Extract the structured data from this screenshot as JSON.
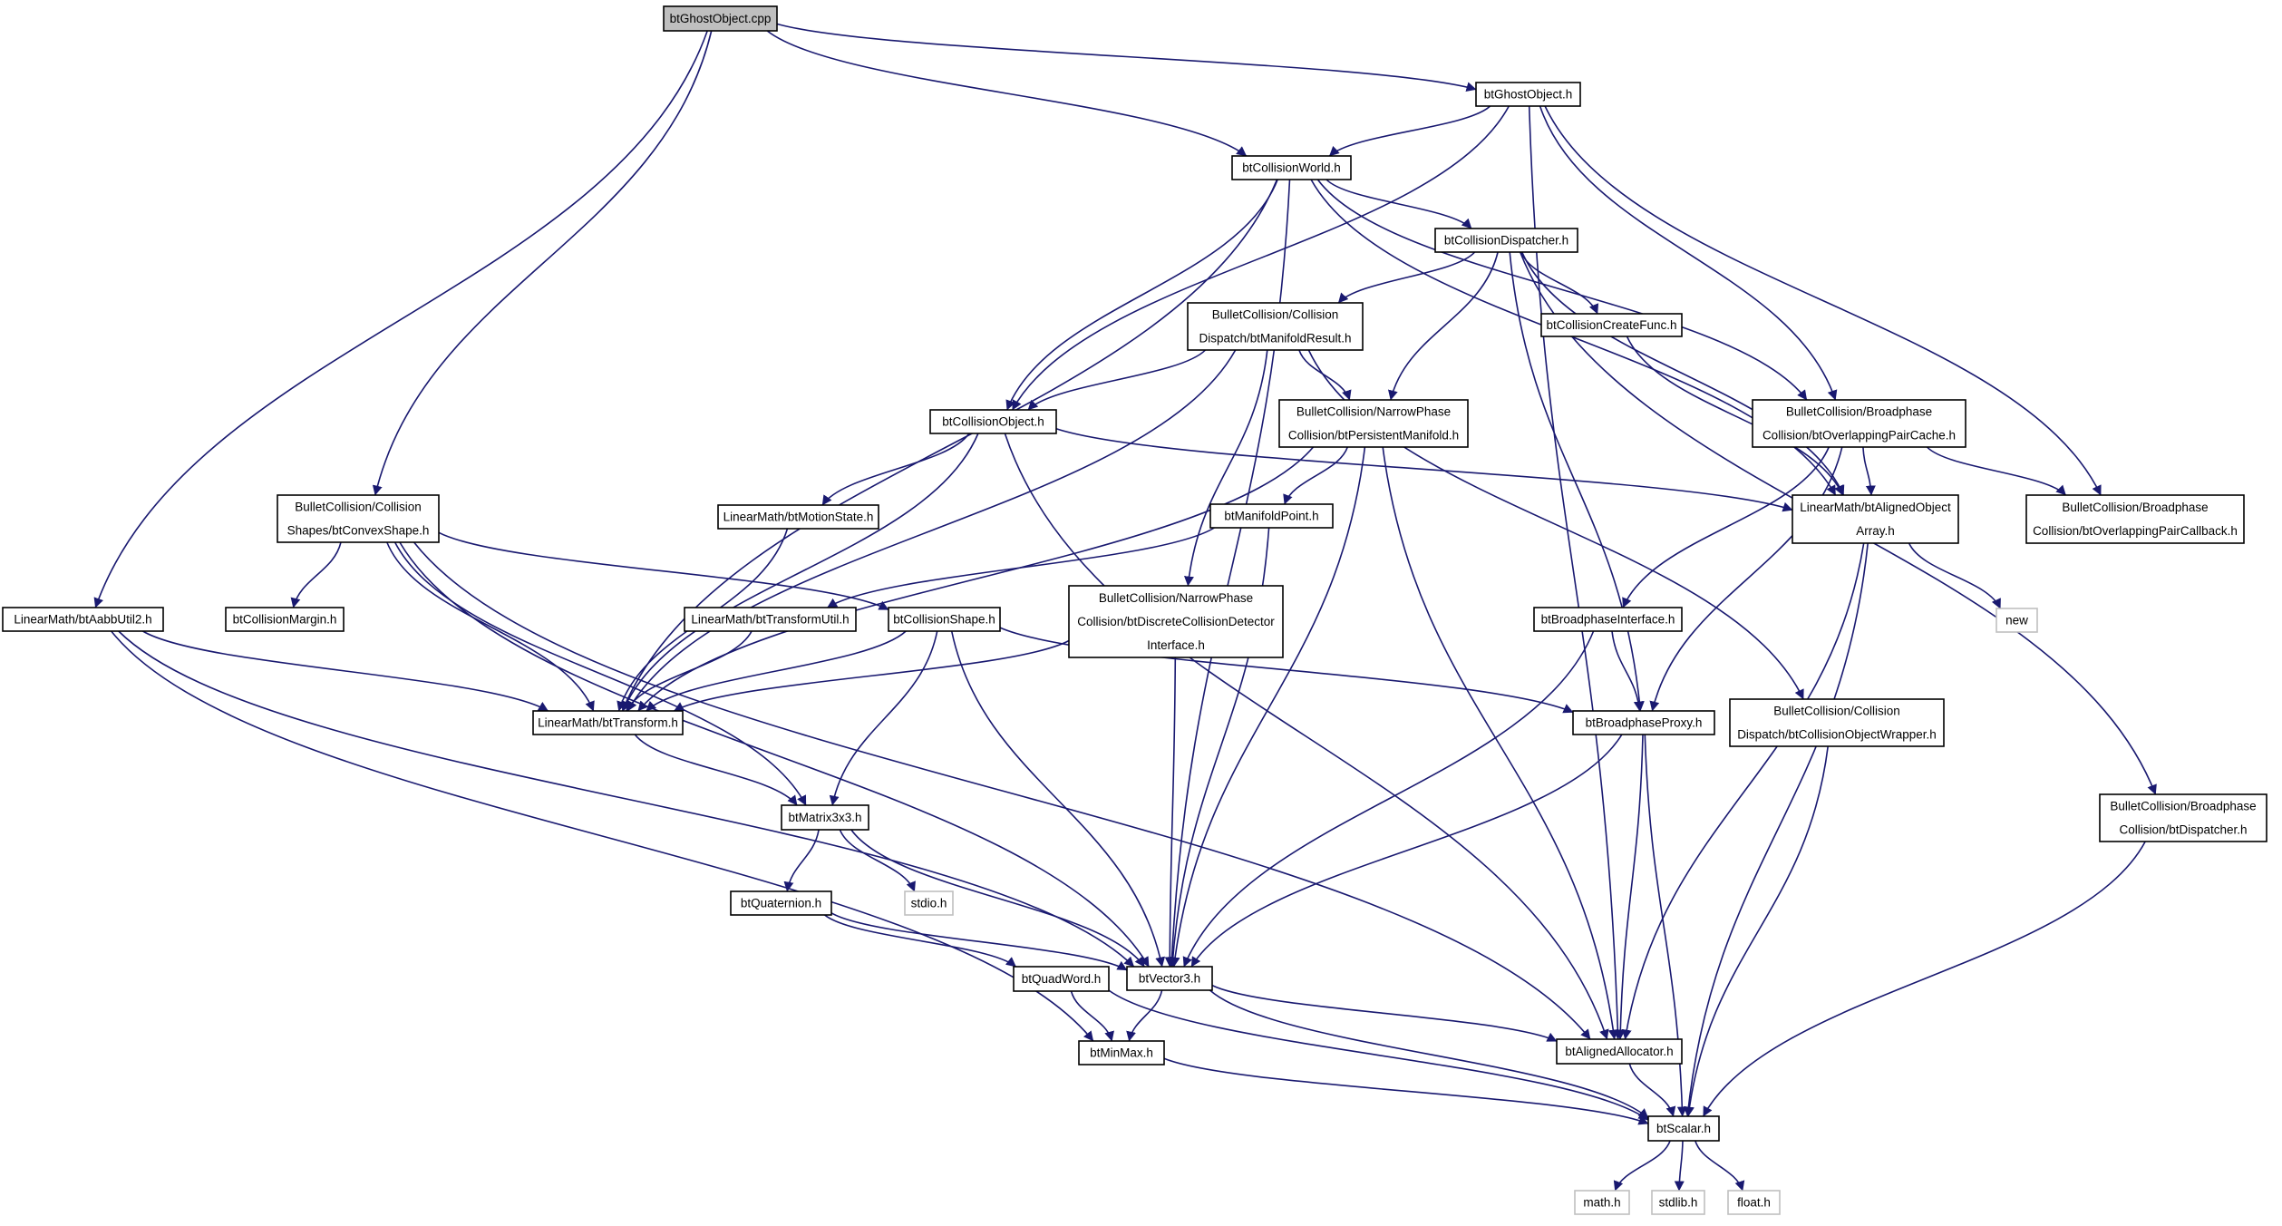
{
  "diagram": {
    "colors": {
      "edge": "#191970",
      "root_fill": "#bfbfbf",
      "node_fill": "#ffffff",
      "node_border": "#000000",
      "external_border": "#bfbfbf"
    },
    "nodes": [
      {
        "id": "root",
        "lines": [
          "btGhostObject.cpp"
        ],
        "kind": "root"
      },
      {
        "id": "ghosth",
        "lines": [
          "btGhostObject.h"
        ],
        "kind": "normal"
      },
      {
        "id": "world",
        "lines": [
          "btCollisionWorld.h"
        ],
        "kind": "normal"
      },
      {
        "id": "disp",
        "lines": [
          "btCollisionDispatcher.h"
        ],
        "kind": "normal"
      },
      {
        "id": "manres",
        "lines": [
          "BulletCollision/Collision",
          "Dispatch/btManifoldResult.h"
        ],
        "kind": "normal"
      },
      {
        "id": "createfunc",
        "lines": [
          "btCollisionCreateFunc.h"
        ],
        "kind": "normal"
      },
      {
        "id": "overcache",
        "lines": [
          "BulletCollision/Broadphase",
          "Collision/btOverlappingPairCache.h"
        ],
        "kind": "normal"
      },
      {
        "id": "colobj",
        "lines": [
          "btCollisionObject.h"
        ],
        "kind": "normal"
      },
      {
        "id": "persman",
        "lines": [
          "BulletCollision/NarrowPhase",
          "Collision/btPersistentManifold.h"
        ],
        "kind": "normal"
      },
      {
        "id": "aligned",
        "lines": [
          "LinearMath/btAlignedObject",
          "Array.h"
        ],
        "kind": "normal"
      },
      {
        "id": "overcb",
        "lines": [
          "BulletCollision/Broadphase",
          "Collision/btOverlappingPairCallback.h"
        ],
        "kind": "normal"
      },
      {
        "id": "convex",
        "lines": [
          "BulletCollision/Collision",
          "Shapes/btConvexShape.h"
        ],
        "kind": "normal"
      },
      {
        "id": "motion",
        "lines": [
          "LinearMath/btMotionState.h"
        ],
        "kind": "normal"
      },
      {
        "id": "manpoint",
        "lines": [
          "btManifoldPoint.h"
        ],
        "kind": "normal"
      },
      {
        "id": "aabb",
        "lines": [
          "LinearMath/btAabbUtil2.h"
        ],
        "kind": "normal"
      },
      {
        "id": "margin",
        "lines": [
          "btCollisionMargin.h"
        ],
        "kind": "normal"
      },
      {
        "id": "tutil",
        "lines": [
          "LinearMath/btTransformUtil.h"
        ],
        "kind": "normal"
      },
      {
        "id": "shape",
        "lines": [
          "btCollisionShape.h"
        ],
        "kind": "normal"
      },
      {
        "id": "discrete",
        "lines": [
          "BulletCollision/NarrowPhase",
          "Collision/btDiscreteCollisionDetector",
          "Interface.h"
        ],
        "kind": "normal"
      },
      {
        "id": "bpiface",
        "lines": [
          "btBroadphaseInterface.h"
        ],
        "kind": "normal"
      },
      {
        "id": "new",
        "lines": [
          "new"
        ],
        "kind": "external"
      },
      {
        "id": "transform",
        "lines": [
          "LinearMath/btTransform.h"
        ],
        "kind": "normal"
      },
      {
        "id": "bpproxy",
        "lines": [
          "btBroadphaseProxy.h"
        ],
        "kind": "normal"
      },
      {
        "id": "wrapper",
        "lines": [
          "BulletCollision/Collision",
          "Dispatch/btCollisionObjectWrapper.h"
        ],
        "kind": "normal"
      },
      {
        "id": "dispatcher",
        "lines": [
          "BulletCollision/Broadphase",
          "Collision/btDispatcher.h"
        ],
        "kind": "normal"
      },
      {
        "id": "matrix",
        "lines": [
          "btMatrix3x3.h"
        ],
        "kind": "normal"
      },
      {
        "id": "stdio",
        "lines": [
          "stdio.h"
        ],
        "kind": "external"
      },
      {
        "id": "quat",
        "lines": [
          "btQuaternion.h"
        ],
        "kind": "normal"
      },
      {
        "id": "quadword",
        "lines": [
          "btQuadWord.h"
        ],
        "kind": "normal"
      },
      {
        "id": "vector",
        "lines": [
          "btVector3.h"
        ],
        "kind": "normal"
      },
      {
        "id": "allocator",
        "lines": [
          "btAlignedAllocator.h"
        ],
        "kind": "normal"
      },
      {
        "id": "minmax",
        "lines": [
          "btMinMax.h"
        ],
        "kind": "normal"
      },
      {
        "id": "scalar",
        "lines": [
          "btScalar.h"
        ],
        "kind": "normal"
      },
      {
        "id": "math",
        "lines": [
          "math.h"
        ],
        "kind": "external"
      },
      {
        "id": "stdlib",
        "lines": [
          "stdlib.h"
        ],
        "kind": "external"
      },
      {
        "id": "float",
        "lines": [
          "float.h"
        ],
        "kind": "external"
      }
    ],
    "edges": [
      [
        "root",
        "ghosth"
      ],
      [
        "root",
        "world"
      ],
      [
        "root",
        "convex"
      ],
      [
        "root",
        "aabb"
      ],
      [
        "ghosth",
        "world"
      ],
      [
        "ghosth",
        "colobj"
      ],
      [
        "ghosth",
        "overcache"
      ],
      [
        "ghosth",
        "overcb"
      ],
      [
        "ghosth",
        "allocator"
      ],
      [
        "world",
        "disp"
      ],
      [
        "world",
        "colobj"
      ],
      [
        "world",
        "transform"
      ],
      [
        "world",
        "vector"
      ],
      [
        "world",
        "overcache"
      ],
      [
        "world",
        "aligned"
      ],
      [
        "disp",
        "manres"
      ],
      [
        "disp",
        "persman"
      ],
      [
        "disp",
        "createfunc"
      ],
      [
        "disp",
        "aligned"
      ],
      [
        "disp",
        "bpproxy"
      ],
      [
        "disp",
        "dispatcher"
      ],
      [
        "manres",
        "colobj"
      ],
      [
        "manres",
        "persman"
      ],
      [
        "manres",
        "discrete"
      ],
      [
        "manres",
        "transform"
      ],
      [
        "manres",
        "wrapper"
      ],
      [
        "createfunc",
        "aligned"
      ],
      [
        "overcache",
        "aligned"
      ],
      [
        "overcache",
        "overcb"
      ],
      [
        "overcache",
        "bpiface"
      ],
      [
        "overcache",
        "bpproxy"
      ],
      [
        "colobj",
        "motion"
      ],
      [
        "colobj",
        "transform"
      ],
      [
        "colobj",
        "aligned"
      ],
      [
        "colobj",
        "allocator"
      ],
      [
        "persman",
        "manpoint"
      ],
      [
        "persman",
        "vector"
      ],
      [
        "persman",
        "allocator"
      ],
      [
        "persman",
        "transform"
      ],
      [
        "aligned",
        "new"
      ],
      [
        "aligned",
        "allocator"
      ],
      [
        "aligned",
        "scalar"
      ],
      [
        "convex",
        "margin"
      ],
      [
        "convex",
        "shape"
      ],
      [
        "convex",
        "transform"
      ],
      [
        "convex",
        "matrix"
      ],
      [
        "convex",
        "vector"
      ],
      [
        "convex",
        "allocator"
      ],
      [
        "motion",
        "transform"
      ],
      [
        "manpoint",
        "tutil"
      ],
      [
        "manpoint",
        "vector"
      ],
      [
        "aabb",
        "transform"
      ],
      [
        "aabb",
        "vector"
      ],
      [
        "aabb",
        "minmax"
      ],
      [
        "tutil",
        "transform"
      ],
      [
        "shape",
        "transform"
      ],
      [
        "shape",
        "bpproxy"
      ],
      [
        "shape",
        "matrix"
      ],
      [
        "shape",
        "vector"
      ],
      [
        "discrete",
        "transform"
      ],
      [
        "discrete",
        "vector"
      ],
      [
        "bpiface",
        "bpproxy"
      ],
      [
        "bpiface",
        "vector"
      ],
      [
        "transform",
        "matrix"
      ],
      [
        "bpproxy",
        "vector"
      ],
      [
        "bpproxy",
        "allocator"
      ],
      [
        "bpproxy",
        "scalar"
      ],
      [
        "wrapper",
        "scalar"
      ],
      [
        "dispatcher",
        "scalar"
      ],
      [
        "matrix",
        "quat"
      ],
      [
        "matrix",
        "stdio"
      ],
      [
        "matrix",
        "vector"
      ],
      [
        "quat",
        "quadword"
      ],
      [
        "quat",
        "vector"
      ],
      [
        "quadword",
        "minmax"
      ],
      [
        "quadword",
        "scalar"
      ],
      [
        "vector",
        "minmax"
      ],
      [
        "vector",
        "allocator"
      ],
      [
        "vector",
        "scalar"
      ],
      [
        "allocator",
        "scalar"
      ],
      [
        "minmax",
        "scalar"
      ],
      [
        "scalar",
        "math"
      ],
      [
        "scalar",
        "stdlib"
      ],
      [
        "scalar",
        "float"
      ]
    ]
  }
}
